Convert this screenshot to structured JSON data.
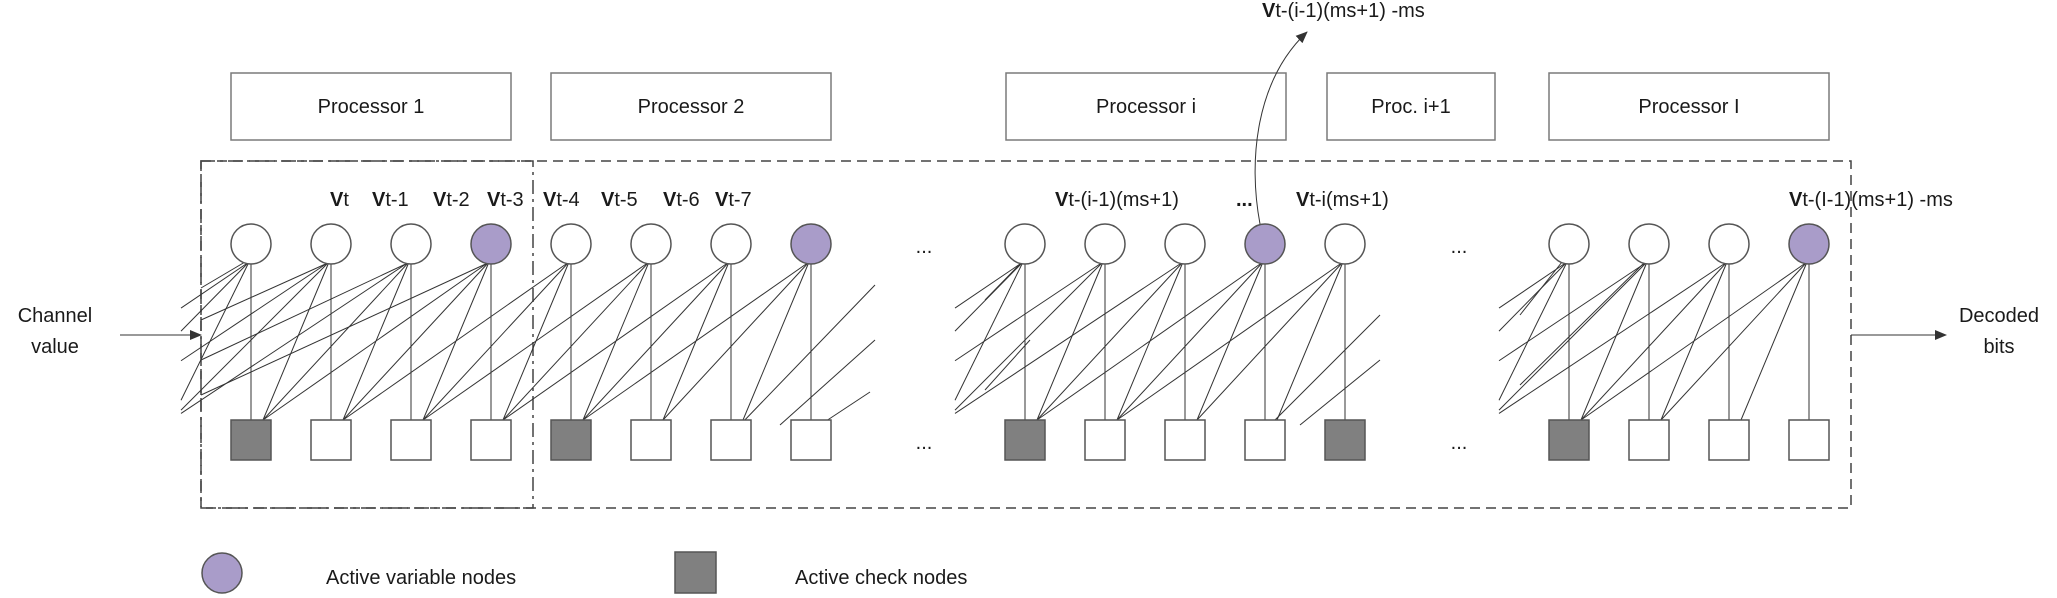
{
  "processors": [
    {
      "label": "Processor 1"
    },
    {
      "label": "Processor 2"
    },
    {
      "label": "Processor i"
    },
    {
      "label": "Proc. i+1"
    },
    {
      "label": "Processor I"
    }
  ],
  "variable_labels": [
    {
      "bold": "V",
      "sub": "t"
    },
    {
      "bold": "V",
      "sub": "t-1"
    },
    {
      "bold": "V",
      "sub": "t-2"
    },
    {
      "bold": "V",
      "sub": "t-3"
    },
    {
      "bold": "V",
      "sub": "t-4"
    },
    {
      "bold": "V",
      "sub": "t-5"
    },
    {
      "bold": "V",
      "sub": "t-6"
    },
    {
      "bold": "V",
      "sub": "t-7"
    },
    {
      "bold": "V",
      "sub": "t-(i-1)(ms+1)"
    },
    {
      "bold": "...",
      "sub": ""
    },
    {
      "bold": "V",
      "sub": "t-i(ms+1)"
    },
    {
      "bold": "V",
      "sub": "t-(I-1)(ms+1) -ms"
    }
  ],
  "top_output_label": {
    "bold": "V",
    "sub": "t-(i-1)(ms+1) -ms"
  },
  "ellipsis": "...",
  "channel_input": {
    "line1": "Channel",
    "line2": "value"
  },
  "decoded_output": {
    "line1": "Decoded",
    "line2": "bits"
  },
  "legend": {
    "variable": "Active variable nodes",
    "check": "Active check  nodes"
  },
  "colors": {
    "active_variable": "#a99cc9",
    "inactive_variable": "#ffffff",
    "active_check": "#808080",
    "inactive_check": "#ffffff"
  }
}
